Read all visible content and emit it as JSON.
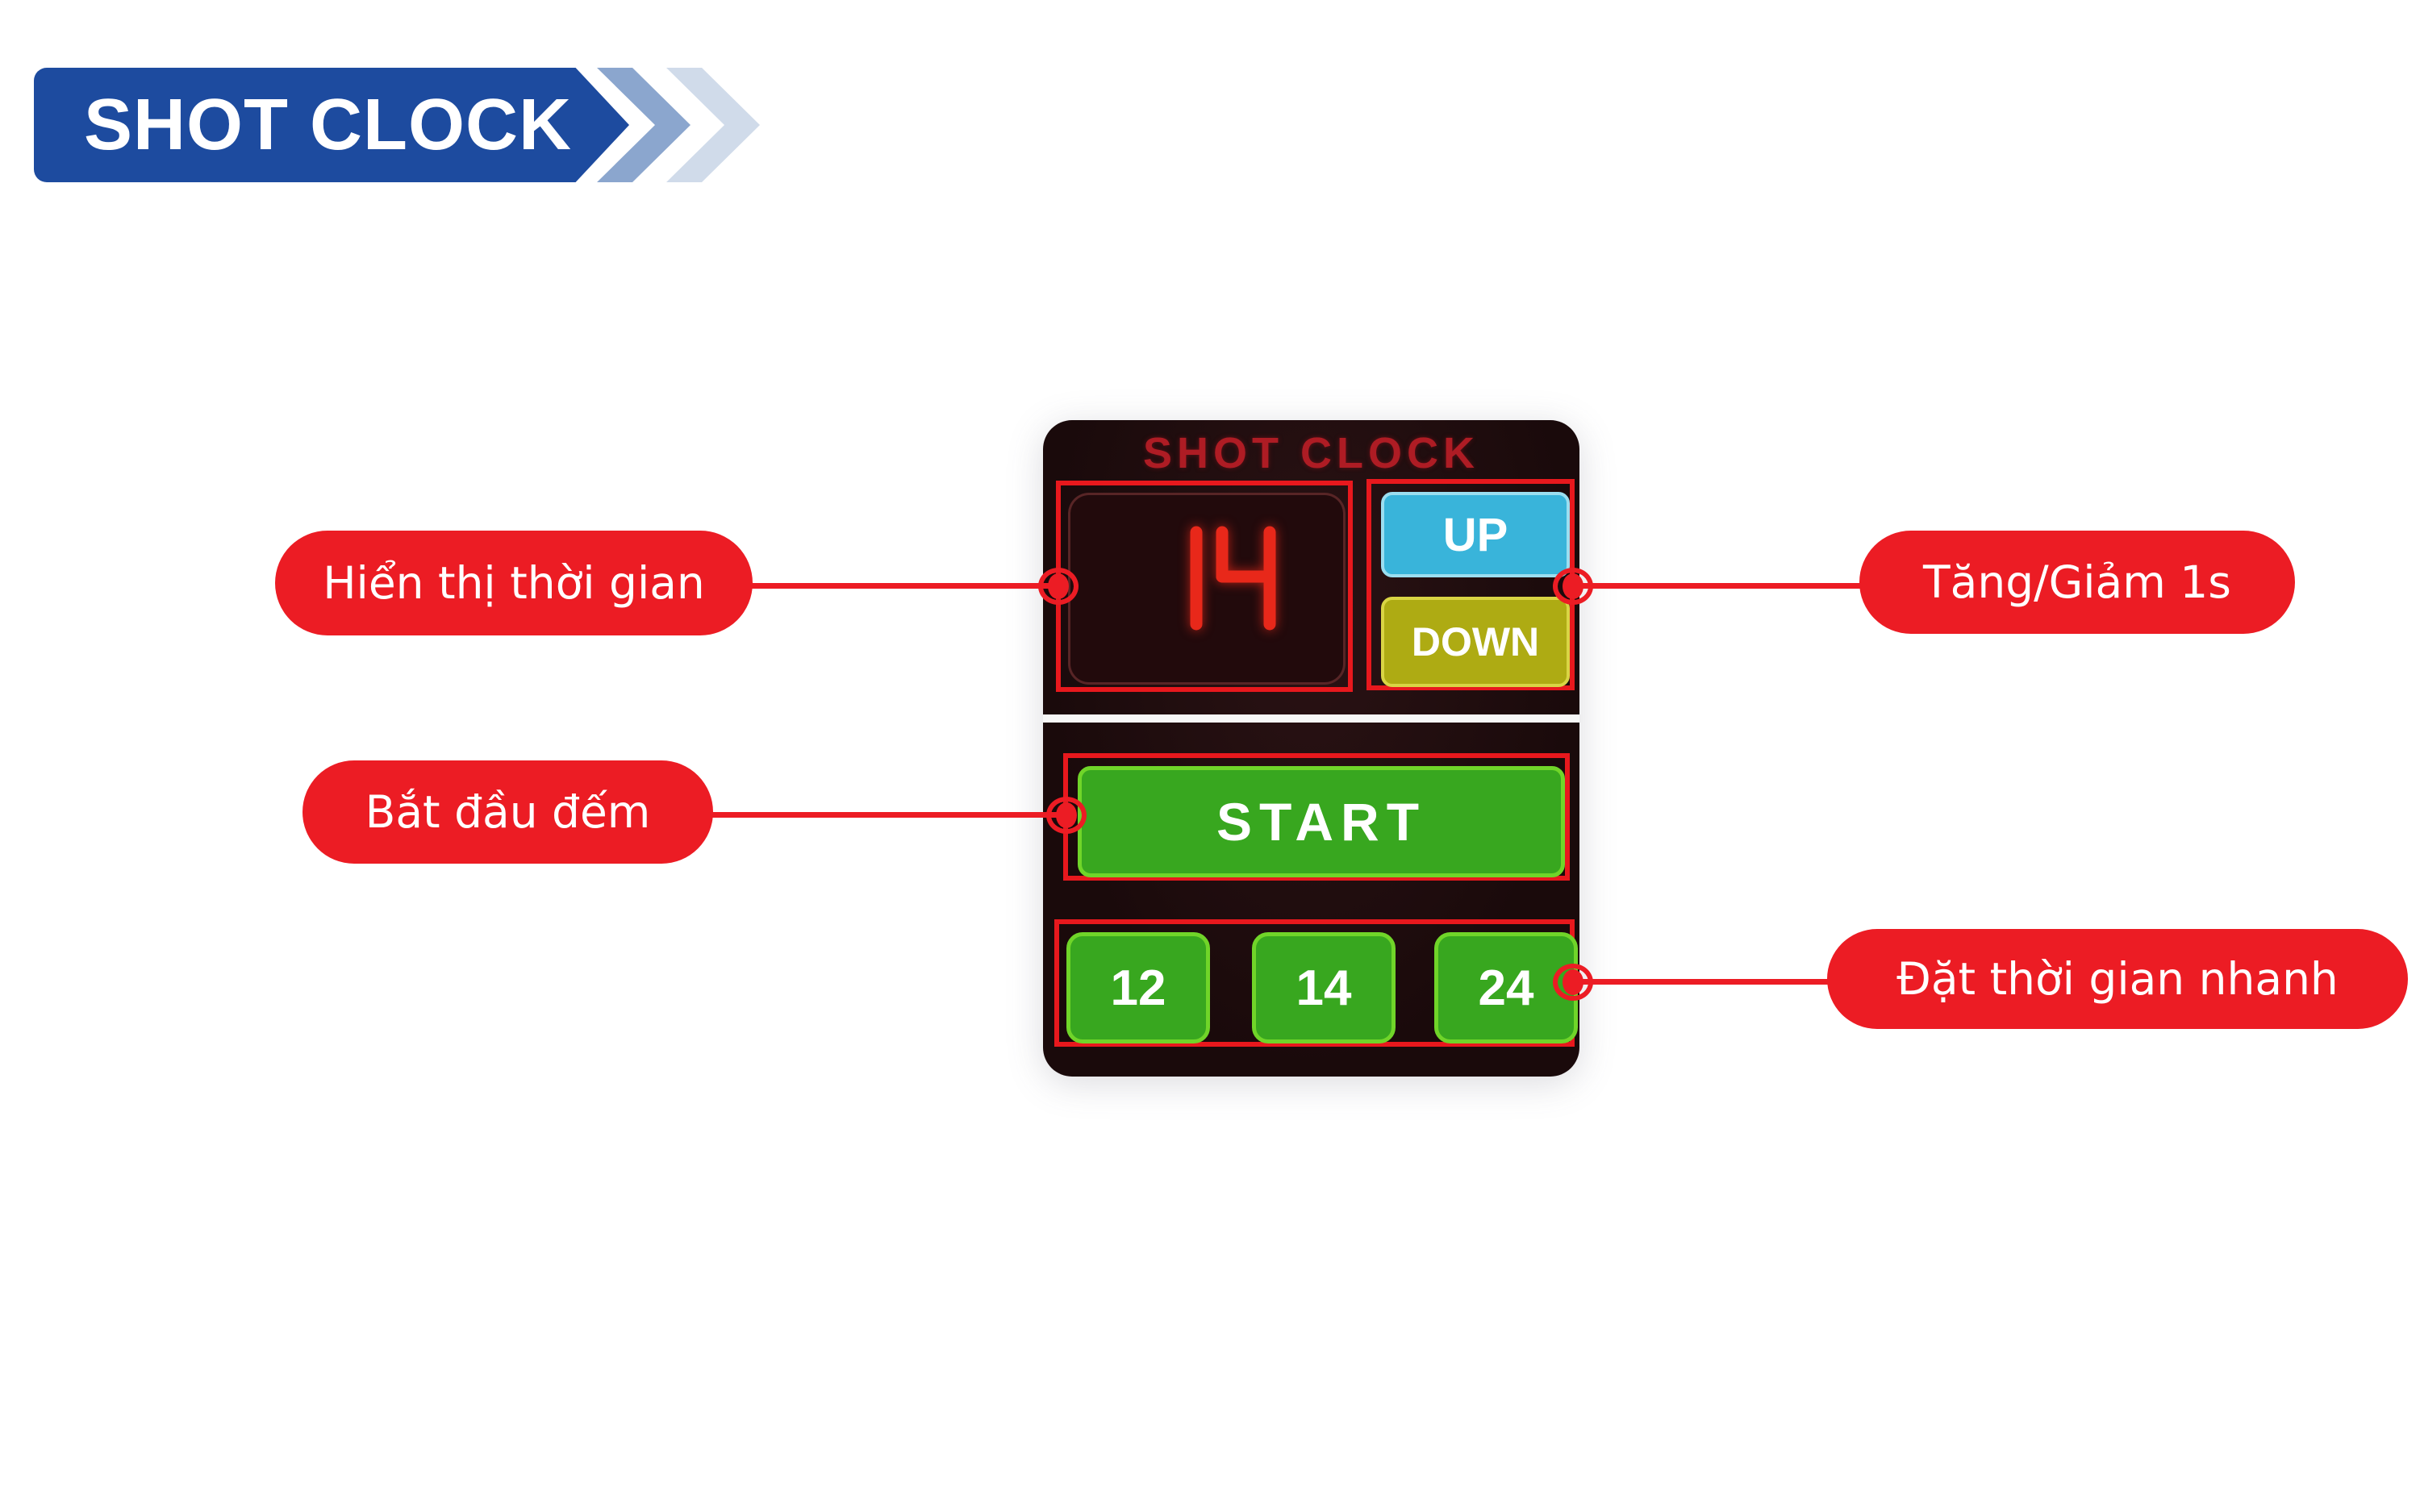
{
  "banner": {
    "label": "SHOT CLOCK",
    "bg_color": "#1d4b9f",
    "chevron_colors": [
      "#8ba6ce",
      "#d0dbea"
    ]
  },
  "device": {
    "title": "SHOT CLOCK",
    "display": {
      "value": "14"
    },
    "buttons": {
      "up": "UP",
      "down": "DOWN",
      "start": "START",
      "presets": [
        "12",
        "14",
        "24"
      ]
    },
    "colors": {
      "panel_bg": "#1a0a0b",
      "title_red": "#ae1c24",
      "digit_red": "#e8281a",
      "up_bg": "#39b4da",
      "down_bg": "#aeab13",
      "green_bg": "#38a71f",
      "green_border": "#70d529",
      "annotation_red": "#e8181d"
    }
  },
  "annotations": {
    "accent": "#ec1c24",
    "items": [
      {
        "label": "Hiển thị thời gian"
      },
      {
        "label": "Tăng/Giảm 1s"
      },
      {
        "label": "Bắt đầu đếm"
      },
      {
        "label": "Đặt thời gian nhanh"
      }
    ]
  }
}
